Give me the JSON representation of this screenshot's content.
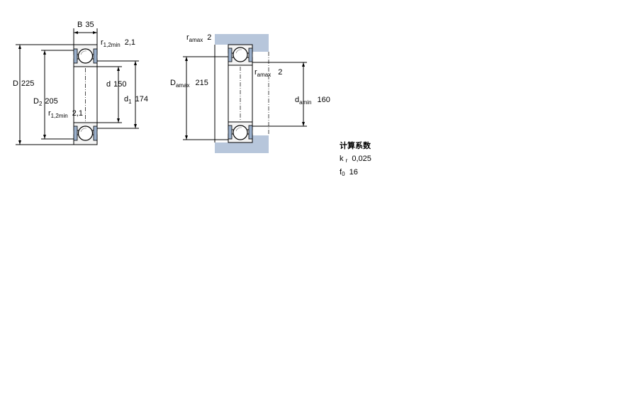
{
  "bearing_section": {
    "width": {
      "symbol": "B",
      "value": "35"
    },
    "outer_diameter": {
      "symbol": "D",
      "value": "225"
    },
    "outer_shoulder_diameter": {
      "symbol": "D",
      "sub": "2",
      "value": "205"
    },
    "bore": {
      "symbol": "d",
      "value": "150"
    },
    "inner_shoulder_diameter": {
      "symbol": "d",
      "sub": "1",
      "value": "174"
    },
    "chamfer_top": {
      "symbol": "r",
      "sub": "1,2min",
      "value": "2,1"
    },
    "chamfer_left": {
      "symbol": "r",
      "sub": "1,2min",
      "value": "2,1"
    }
  },
  "abutment_section": {
    "fillet_top": {
      "symbol": "r",
      "sub": "amax",
      "value": "2"
    },
    "fillet_inner": {
      "symbol": "r",
      "sub": "amax",
      "value": "2"
    },
    "housing_diameter": {
      "symbol": "D",
      "sub": "amax",
      "value": "215"
    },
    "shaft_diameter": {
      "symbol": "d",
      "sub": "amin",
      "value": "160"
    }
  },
  "calculation_factors": {
    "title": "计算系数",
    "kr": {
      "symbol": "k",
      "sub": "r",
      "value": "0,025"
    },
    "f0": {
      "symbol": "f",
      "sub": "0",
      "value": "16"
    }
  },
  "colors": {
    "housing": "#b7c6db",
    "seal": "#9bb0cc",
    "line": "#000000"
  }
}
